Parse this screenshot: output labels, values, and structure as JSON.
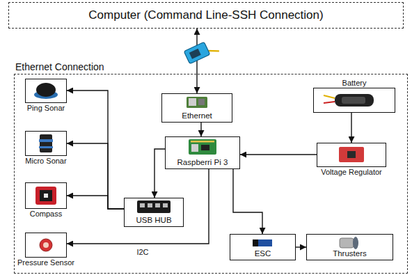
{
  "diagram": {
    "nodes": [
      {
        "text": [
          "Computer (Command Line-SSH Connection)"
        ]
      },
      {
        "text": [
          "Ethernet Connection"
        ]
      },
      {
        "text": [
          "Ping Sonar"
        ],
        "in": 1
      },
      {
        "text": [
          "Ethernet"
        ],
        "in": 1
      },
      {
        "text": [
          "Battery"
        ],
        "in": 1
      },
      {
        "text": [
          "Micro Sonar"
        ],
        "in": 1
      },
      {
        "text": [
          "Raspberri Pi 3"
        ],
        "in": 1
      },
      {
        "text": [
          "Voltage Regulator"
        ],
        "in": 1
      },
      {
        "text": [
          "Compass"
        ],
        "in": 1
      },
      {
        "text": [
          "USB HUB"
        ],
        "in": 1
      },
      {
        "text": [
          "Pressure Sensor"
        ],
        "in": 1
      },
      {
        "text": [
          "ESC"
        ],
        "in": 1
      },
      {
        "text": [
          "Thrusters"
        ],
        "in": 1
      }
    ],
    "edges": [
      {
        "from": 0,
        "to": 3,
        "arrow": "both"
      },
      {
        "from": 3,
        "to": 6,
        "arrow": "to"
      },
      {
        "from": 4,
        "to": 7,
        "arrow": "to"
      },
      {
        "from": 7,
        "to": 6,
        "arrow": "to"
      },
      {
        "from": 6,
        "to": 9,
        "arrow": "to"
      },
      {
        "from": 9,
        "to": 2,
        "arrow": "to"
      },
      {
        "from": 9,
        "to": 5,
        "arrow": "to"
      },
      {
        "from": 9,
        "to": 8,
        "arrow": "to"
      },
      {
        "from": 6,
        "to": 10,
        "label": "I2C",
        "arrow": "to"
      },
      {
        "from": 6,
        "to": 11,
        "arrow": "to"
      },
      {
        "from": 11,
        "to": 12,
        "arrow": "to"
      }
    ]
  }
}
